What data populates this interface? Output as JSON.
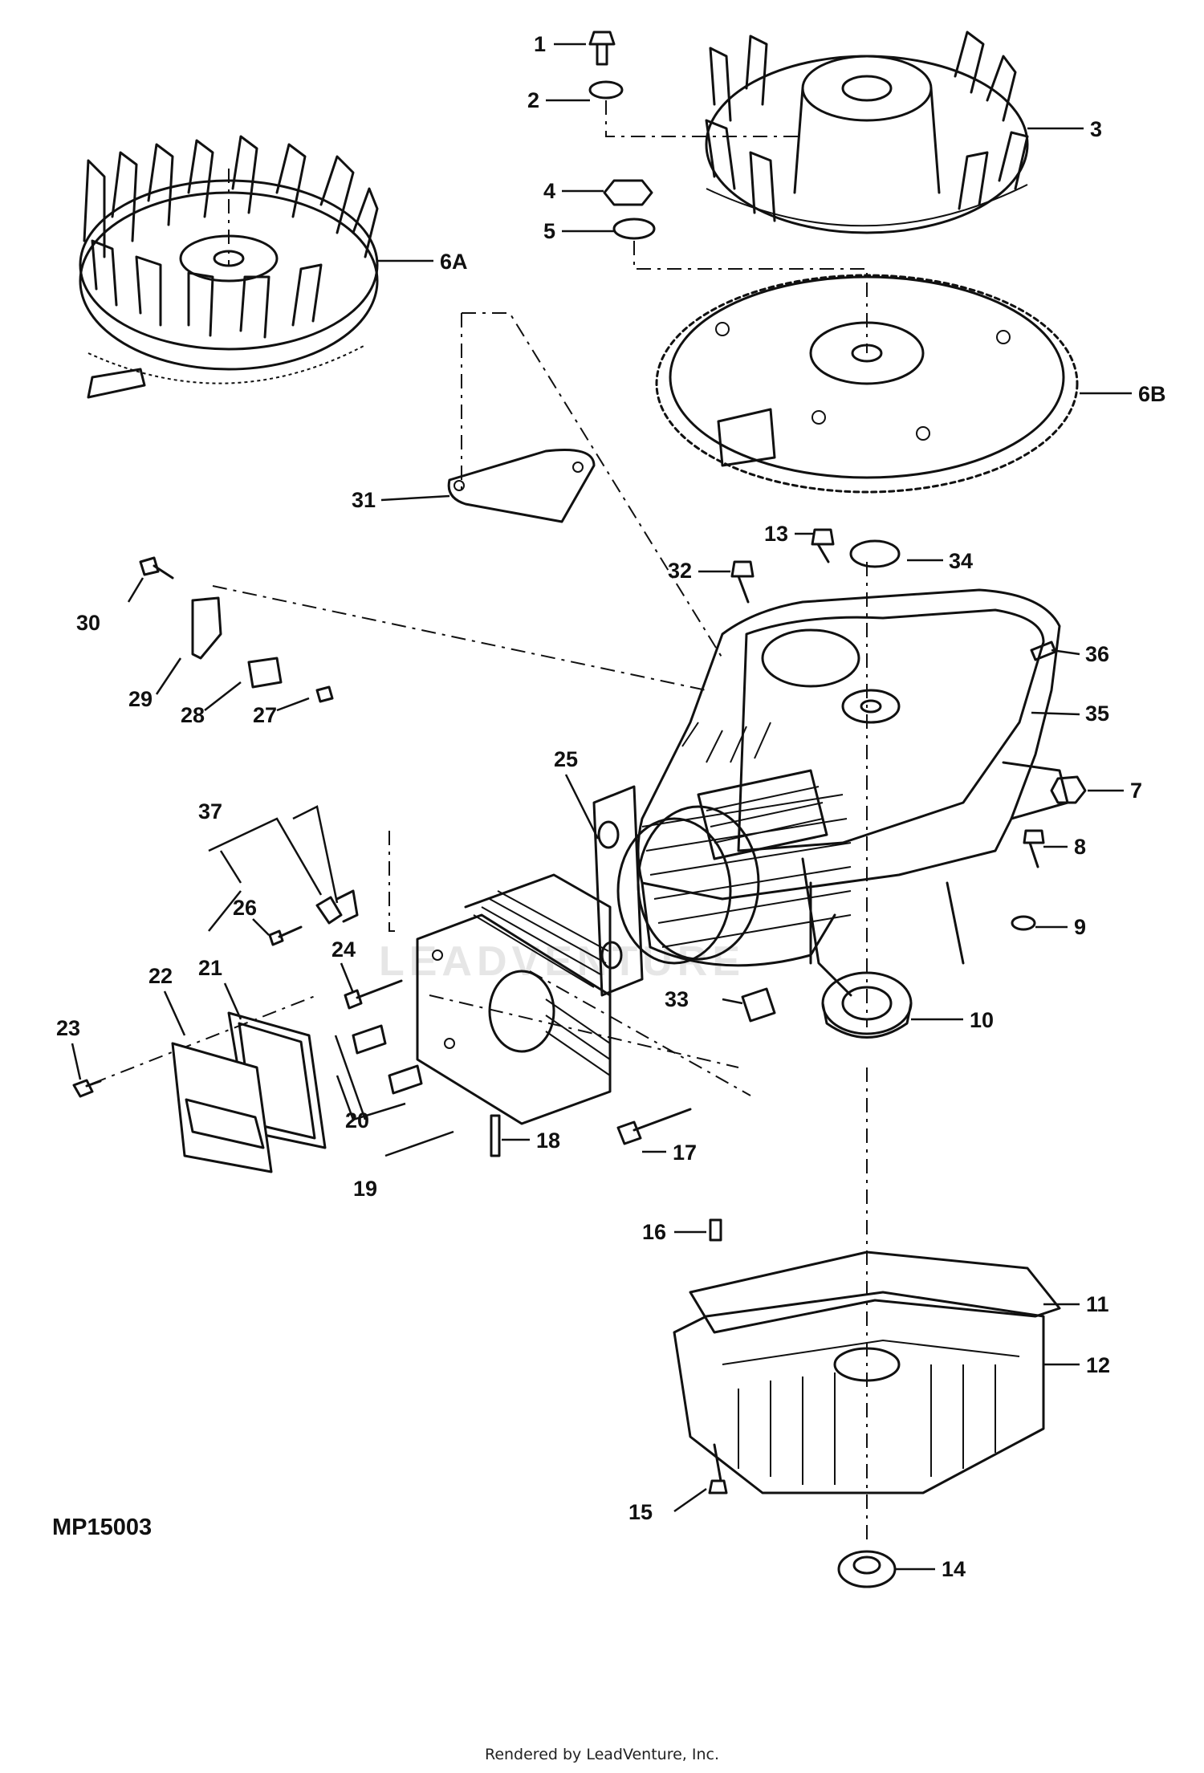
{
  "figure_id": "MP15003",
  "footer": "Rendered by LeadVenture, Inc.",
  "watermark": "LEADVENTURE",
  "callouts": [
    "1",
    "2",
    "3",
    "4",
    "5",
    "6A",
    "6B",
    "7",
    "8",
    "9",
    "10",
    "11",
    "12",
    "13",
    "14",
    "15",
    "16",
    "17",
    "18",
    "19",
    "20",
    "21",
    "22",
    "23",
    "24",
    "25",
    "26",
    "27",
    "28",
    "29",
    "30",
    "31",
    "32",
    "33",
    "34",
    "35",
    "36",
    "37"
  ]
}
